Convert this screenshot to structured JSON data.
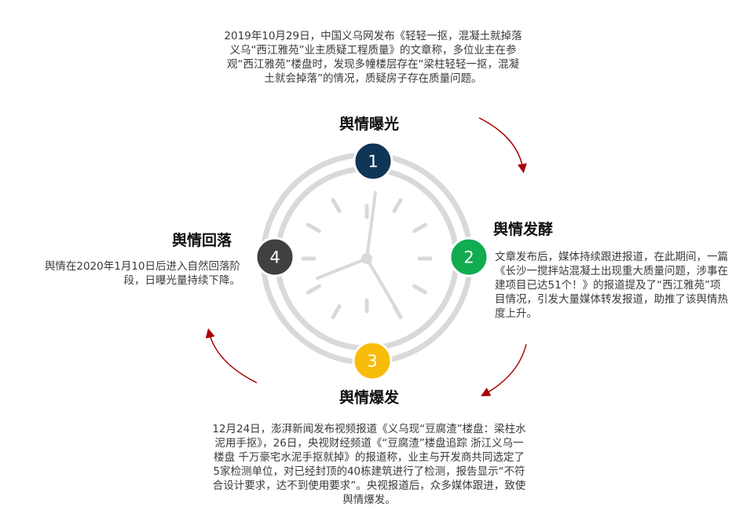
{
  "colors": {
    "clock_gray": "#d9d9d9",
    "arrow_red": "#a80000",
    "stage1": "#0f3557",
    "stage2": "#11ac4f",
    "stage3": "#f8bc0a",
    "stage4": "#404040"
  },
  "stages": [
    {
      "number": "1",
      "title": "舆情曝光",
      "text": "2019年10月29日，中国义乌网发布《轻轻一抠，混凝土就掉落 义乌“西江雅苑”业主质疑工程质量》的文章称，多位业主在参观“西江雅苑”楼盘时，发现多幢楼层存在“梁柱轻轻一抠，混凝土就会掉落”的情况，质疑房子存在质量问题。"
    },
    {
      "number": "2",
      "title": "舆情发酵",
      "text": "文章发布后，媒体持续跟进报道，在此期间，一篇《长沙一搅拌站混凝土出现重大质量问题，涉事在建项目已达51个！》的报道提及了“西江雅苑”项目情况，引发大量媒体转发报道，助推了该舆情热度上升。"
    },
    {
      "number": "3",
      "title": "舆情爆发",
      "text": "12月24日，澎湃新闻发布视频报道《义乌现“豆腐渣”楼盘：梁柱水泥用手抠》，26日，央视财经频道《“豆腐渣”楼盘追踪 浙江义乌一楼盘 千万豪宅水泥手抠就掉》的报道称，业主与开发商共同选定了5家检测单位，对已经封顶的40栋建筑进行了检测，报告显示“不符合设计要求，达不到使用要求”。央视报道后，众多媒体跟进，致使舆情爆发。"
    },
    {
      "number": "4",
      "title": "舆情回落",
      "text": "舆情在2020年1月10日后进入自然回落阶段，日曝光量持续下降。"
    }
  ]
}
